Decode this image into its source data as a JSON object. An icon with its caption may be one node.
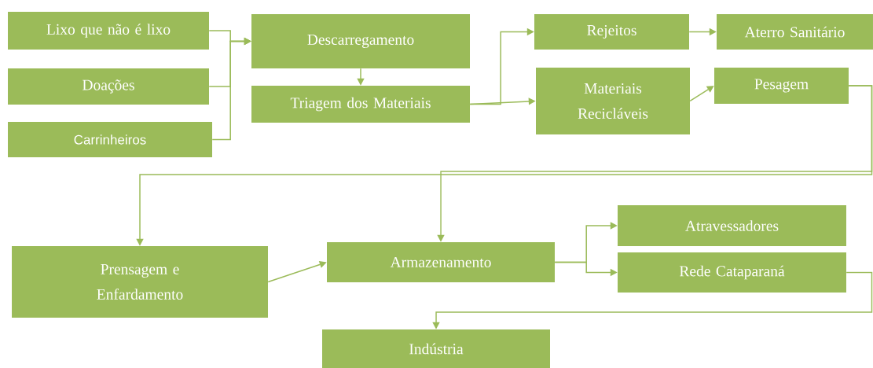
{
  "diagram": {
    "nodes": [
      {
        "text": [
          "Lixo que não é lixo"
        ]
      },
      {
        "text": [
          "Doações"
        ]
      },
      {
        "text": [
          "Carrinheiros"
        ]
      },
      {
        "text": [
          "Descarregamento"
        ]
      },
      {
        "text": [
          "Triagem dos Materiais"
        ]
      },
      {
        "text": [
          "Rejeitos"
        ]
      },
      {
        "text": [
          "Materiais Recicláveis"
        ]
      },
      {
        "text": [
          "Aterro Sanitário"
        ]
      },
      {
        "text": [
          "Pesagem"
        ]
      },
      {
        "text": [
          "Prensagem e Enfardamento"
        ]
      },
      {
        "text": [
          "Armazenamento"
        ]
      },
      {
        "text": [
          "Atravessadores"
        ]
      },
      {
        "text": [
          "Rede Cataparaná"
        ]
      },
      {
        "text": [
          "Indústria"
        ]
      }
    ],
    "edges": [
      {
        "from": 0,
        "to": 3,
        "arrow": "to"
      },
      {
        "from": 1,
        "to": 3,
        "arrow": "to"
      },
      {
        "from": 2,
        "to": 3,
        "arrow": "to"
      },
      {
        "from": 3,
        "to": 4,
        "arrow": "to"
      },
      {
        "from": 4,
        "to": 5,
        "arrow": "to"
      },
      {
        "from": 4,
        "to": 6,
        "arrow": "to"
      },
      {
        "from": 5,
        "to": 7,
        "arrow": "to"
      },
      {
        "from": 6,
        "to": 8,
        "arrow": "to"
      },
      {
        "from": 8,
        "to": 9,
        "arrow": "to"
      },
      {
        "from": 8,
        "to": 10,
        "arrow": "to"
      },
      {
        "from": 9,
        "to": 10,
        "arrow": "to"
      },
      {
        "from": 10,
        "to": 11,
        "arrow": "to"
      },
      {
        "from": 10,
        "to": 12,
        "arrow": "to"
      },
      {
        "from": 12,
        "to": 13,
        "arrow": "to"
      }
    ]
  }
}
